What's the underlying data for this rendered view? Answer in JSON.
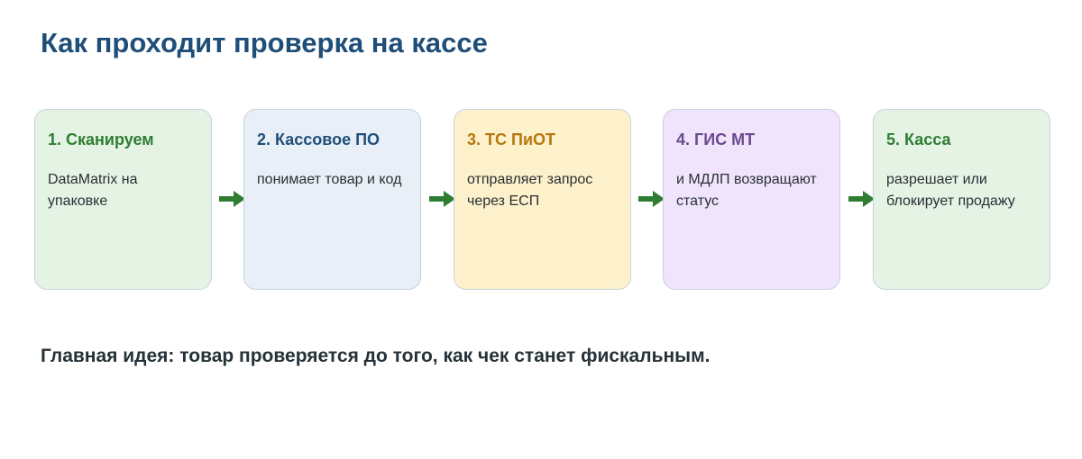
{
  "title": "Как проходит проверка на кассе",
  "steps": [
    {
      "title": "1. Сканируем",
      "text": "DataMatrix на упаковке",
      "bg": "#e5f3e5",
      "title_color": "#2e7d32"
    },
    {
      "title": "2. Кассовое ПО",
      "text": "понимает товар и код",
      "bg": "#e8eff7",
      "title_color": "#1f4e79"
    },
    {
      "title": "3. ТС ПиОТ",
      "text": "отправляет запрос через ЕСП",
      "bg": "#fdf1cb",
      "title_color": "#b7770d"
    },
    {
      "title": "4. ГИС МТ",
      "text": "и МДЛП возвращают статус",
      "bg": "#efe4fc",
      "title_color": "#6a4a8c"
    },
    {
      "title": "5. Касса",
      "text": "разрешает или блокирует продажу",
      "bg": "#e5f3e5",
      "title_color": "#2e7d32"
    }
  ],
  "arrow_color": "#2e7d32",
  "main_idea": "Главная идея: товар проверяется до того, как чек станет фискальным."
}
